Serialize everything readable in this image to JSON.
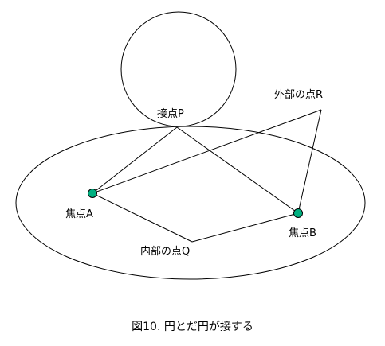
{
  "labels": {
    "tangent_point": "接点P",
    "external_point": "外部の点R",
    "focus_a": "焦点A",
    "focus_b": "焦点B",
    "internal_point": "内部の点Q"
  },
  "caption": "図10. 円とだ円が接する",
  "colors": {
    "focus_fill": "#00b080",
    "line": "#000000"
  }
}
